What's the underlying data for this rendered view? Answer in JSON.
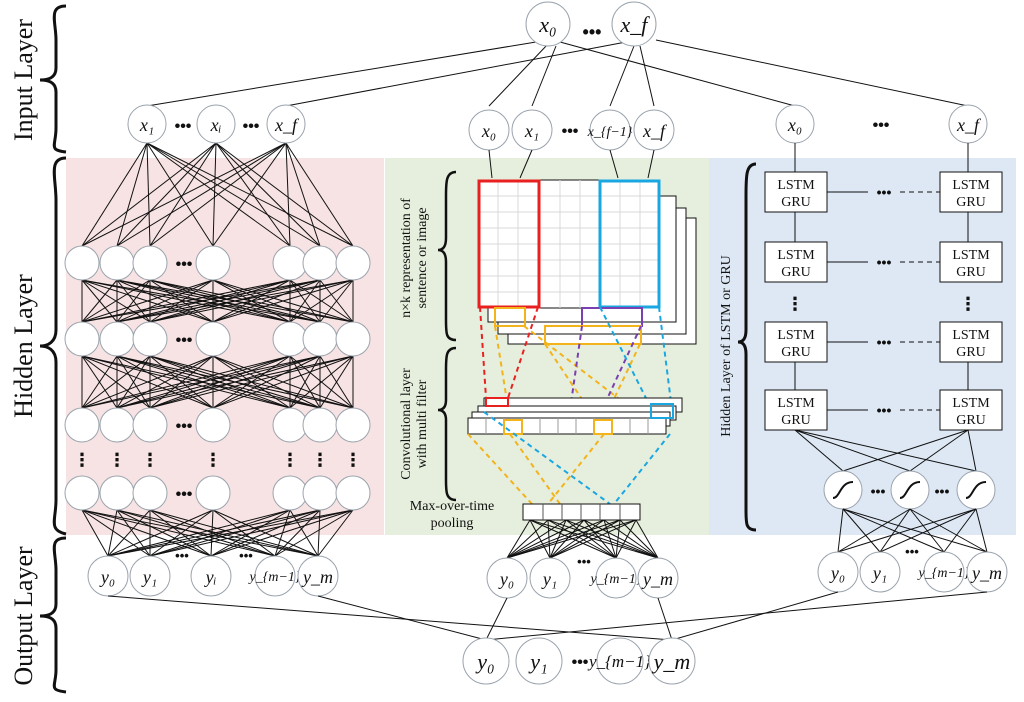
{
  "layers": {
    "input": "Input Layer",
    "hidden": "Hidden Layer",
    "output": "Output Layer"
  },
  "nodes": {
    "x0": "x₀",
    "x1": "x₁",
    "xi": "xᵢ",
    "xf": "x_f",
    "xf1": "x_{f−1}",
    "y0": "y₀",
    "y1": "y₁",
    "yi": "yᵢ",
    "ym1": "y_{m−1}",
    "ym": "y_m"
  },
  "ellipsis": "•••",
  "vertical_ellipsis": "⋮",
  "cnn": {
    "repr_label": [
      "n×k representation of",
      "sentence or image"
    ],
    "conv_label": [
      "Convolutional layer",
      "with multi filter"
    ],
    "pool_label": [
      "Max-over-time",
      "pooling"
    ]
  },
  "rnn": {
    "cell_line1": "LSTM",
    "cell_line2": "GRU",
    "hidden_label": "Hidden Layer of LSTM or GRU",
    "activation_icon": "sigmoid-curve-icon"
  },
  "colors": {
    "dnn_bg": "#f7e3e3",
    "cnn_bg": "#e6efdd",
    "rnn_bg": "#dde8f4",
    "filter_red": "#e8201f",
    "filter_blue": "#1aa7e1",
    "filter_yellow": "#f2b31b",
    "filter_purple": "#7a3fb0"
  }
}
